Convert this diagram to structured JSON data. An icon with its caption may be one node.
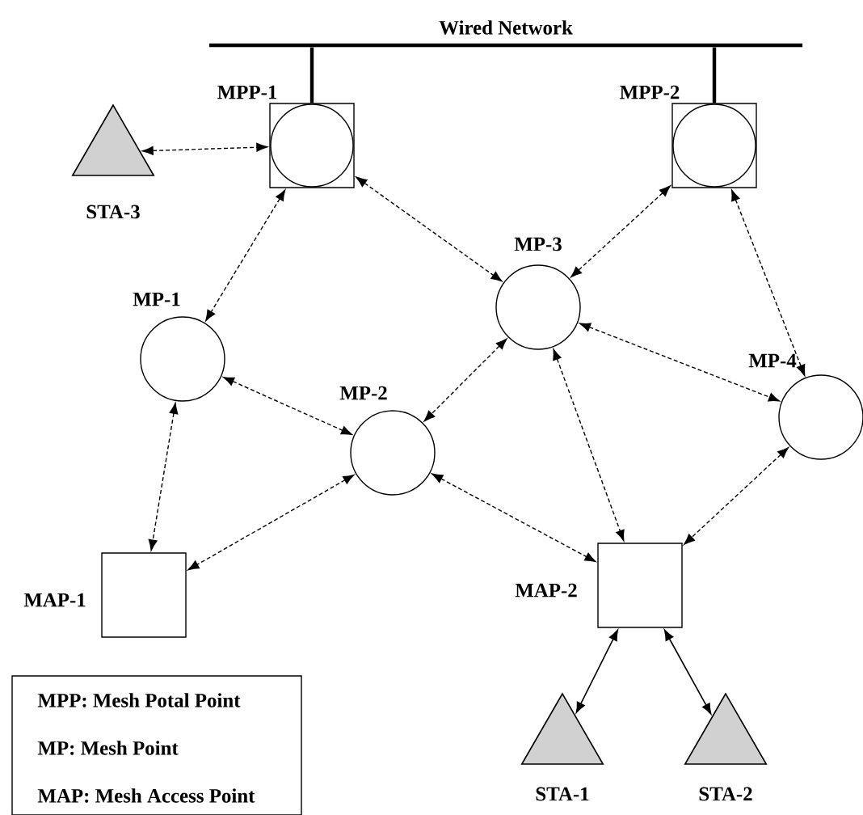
{
  "diagram": {
    "nodes": [
      {
        "text": [
          "Wired Network"
        ]
      },
      {
        "text": [
          "MPP-1"
        ]
      },
      {
        "text": [
          "MPP-2"
        ]
      },
      {
        "text": [
          "STA-3"
        ]
      },
      {
        "text": [
          "MP-3"
        ]
      },
      {
        "text": [
          "MP-1"
        ]
      },
      {
        "text": [
          "MP-4"
        ]
      },
      {
        "text": [
          "MP-2"
        ]
      },
      {
        "text": [
          "MAP-1"
        ]
      },
      {
        "text": [
          "MAP-2"
        ]
      },
      {
        "text": [
          "STA-1"
        ]
      },
      {
        "text": [
          "STA-2"
        ]
      },
      {
        "text": [
          "MPP: Mesh Potal Point",
          "MP: Mesh Point",
          "MAP: Mesh Access Point"
        ]
      }
    ],
    "edges": [
      {
        "from": 1,
        "to": 0,
        "arrow": "none",
        "style": "thick"
      },
      {
        "from": 2,
        "to": 0,
        "arrow": "none",
        "style": "thick"
      },
      {
        "from": 3,
        "to": 1,
        "arrow": "both",
        "style": "dashed"
      },
      {
        "from": 1,
        "to": 5,
        "arrow": "both",
        "style": "dashed"
      },
      {
        "from": 1,
        "to": 4,
        "arrow": "both",
        "style": "dashed"
      },
      {
        "from": 2,
        "to": 4,
        "arrow": "both",
        "style": "dashed"
      },
      {
        "from": 2,
        "to": 6,
        "arrow": "both",
        "style": "dashed"
      },
      {
        "from": 4,
        "to": 6,
        "arrow": "both",
        "style": "dashed"
      },
      {
        "from": 4,
        "to": 7,
        "arrow": "both",
        "style": "dashed"
      },
      {
        "from": 4,
        "to": 9,
        "arrow": "both",
        "style": "dashed"
      },
      {
        "from": 5,
        "to": 7,
        "arrow": "both",
        "style": "dashed"
      },
      {
        "from": 5,
        "to": 8,
        "arrow": "both",
        "style": "dashed"
      },
      {
        "from": 7,
        "to": 8,
        "arrow": "both",
        "style": "dashed"
      },
      {
        "from": 7,
        "to": 9,
        "arrow": "both",
        "style": "dashed"
      },
      {
        "from": 6,
        "to": 9,
        "arrow": "both",
        "style": "dashed"
      },
      {
        "from": 9,
        "to": 10,
        "arrow": "both"
      },
      {
        "from": 9,
        "to": 11,
        "arrow": "both"
      }
    ]
  }
}
